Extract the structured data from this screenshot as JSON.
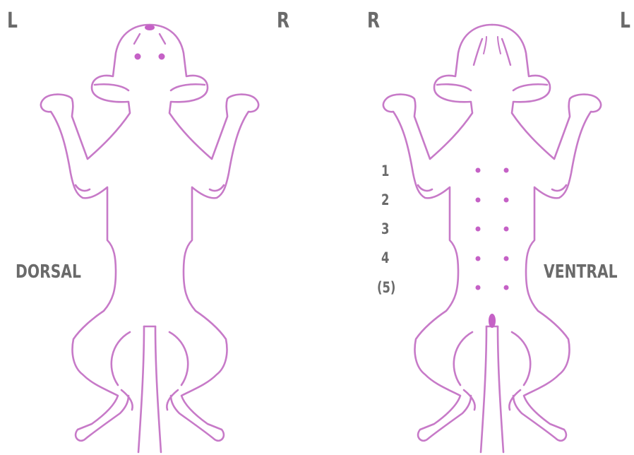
{
  "labels": {
    "dorsal_left": "L",
    "dorsal_right": "R",
    "ventral_left": "R",
    "ventral_right": "L",
    "dorsal_view": "DORSAL",
    "ventral_view": "VENTRAL"
  },
  "nipple_pairs": [
    "1",
    "2",
    "3",
    "4",
    "(5)"
  ],
  "colors": {
    "outline": "#c77ac8",
    "dot": "#c561c6",
    "label": "#6a6a6a"
  }
}
